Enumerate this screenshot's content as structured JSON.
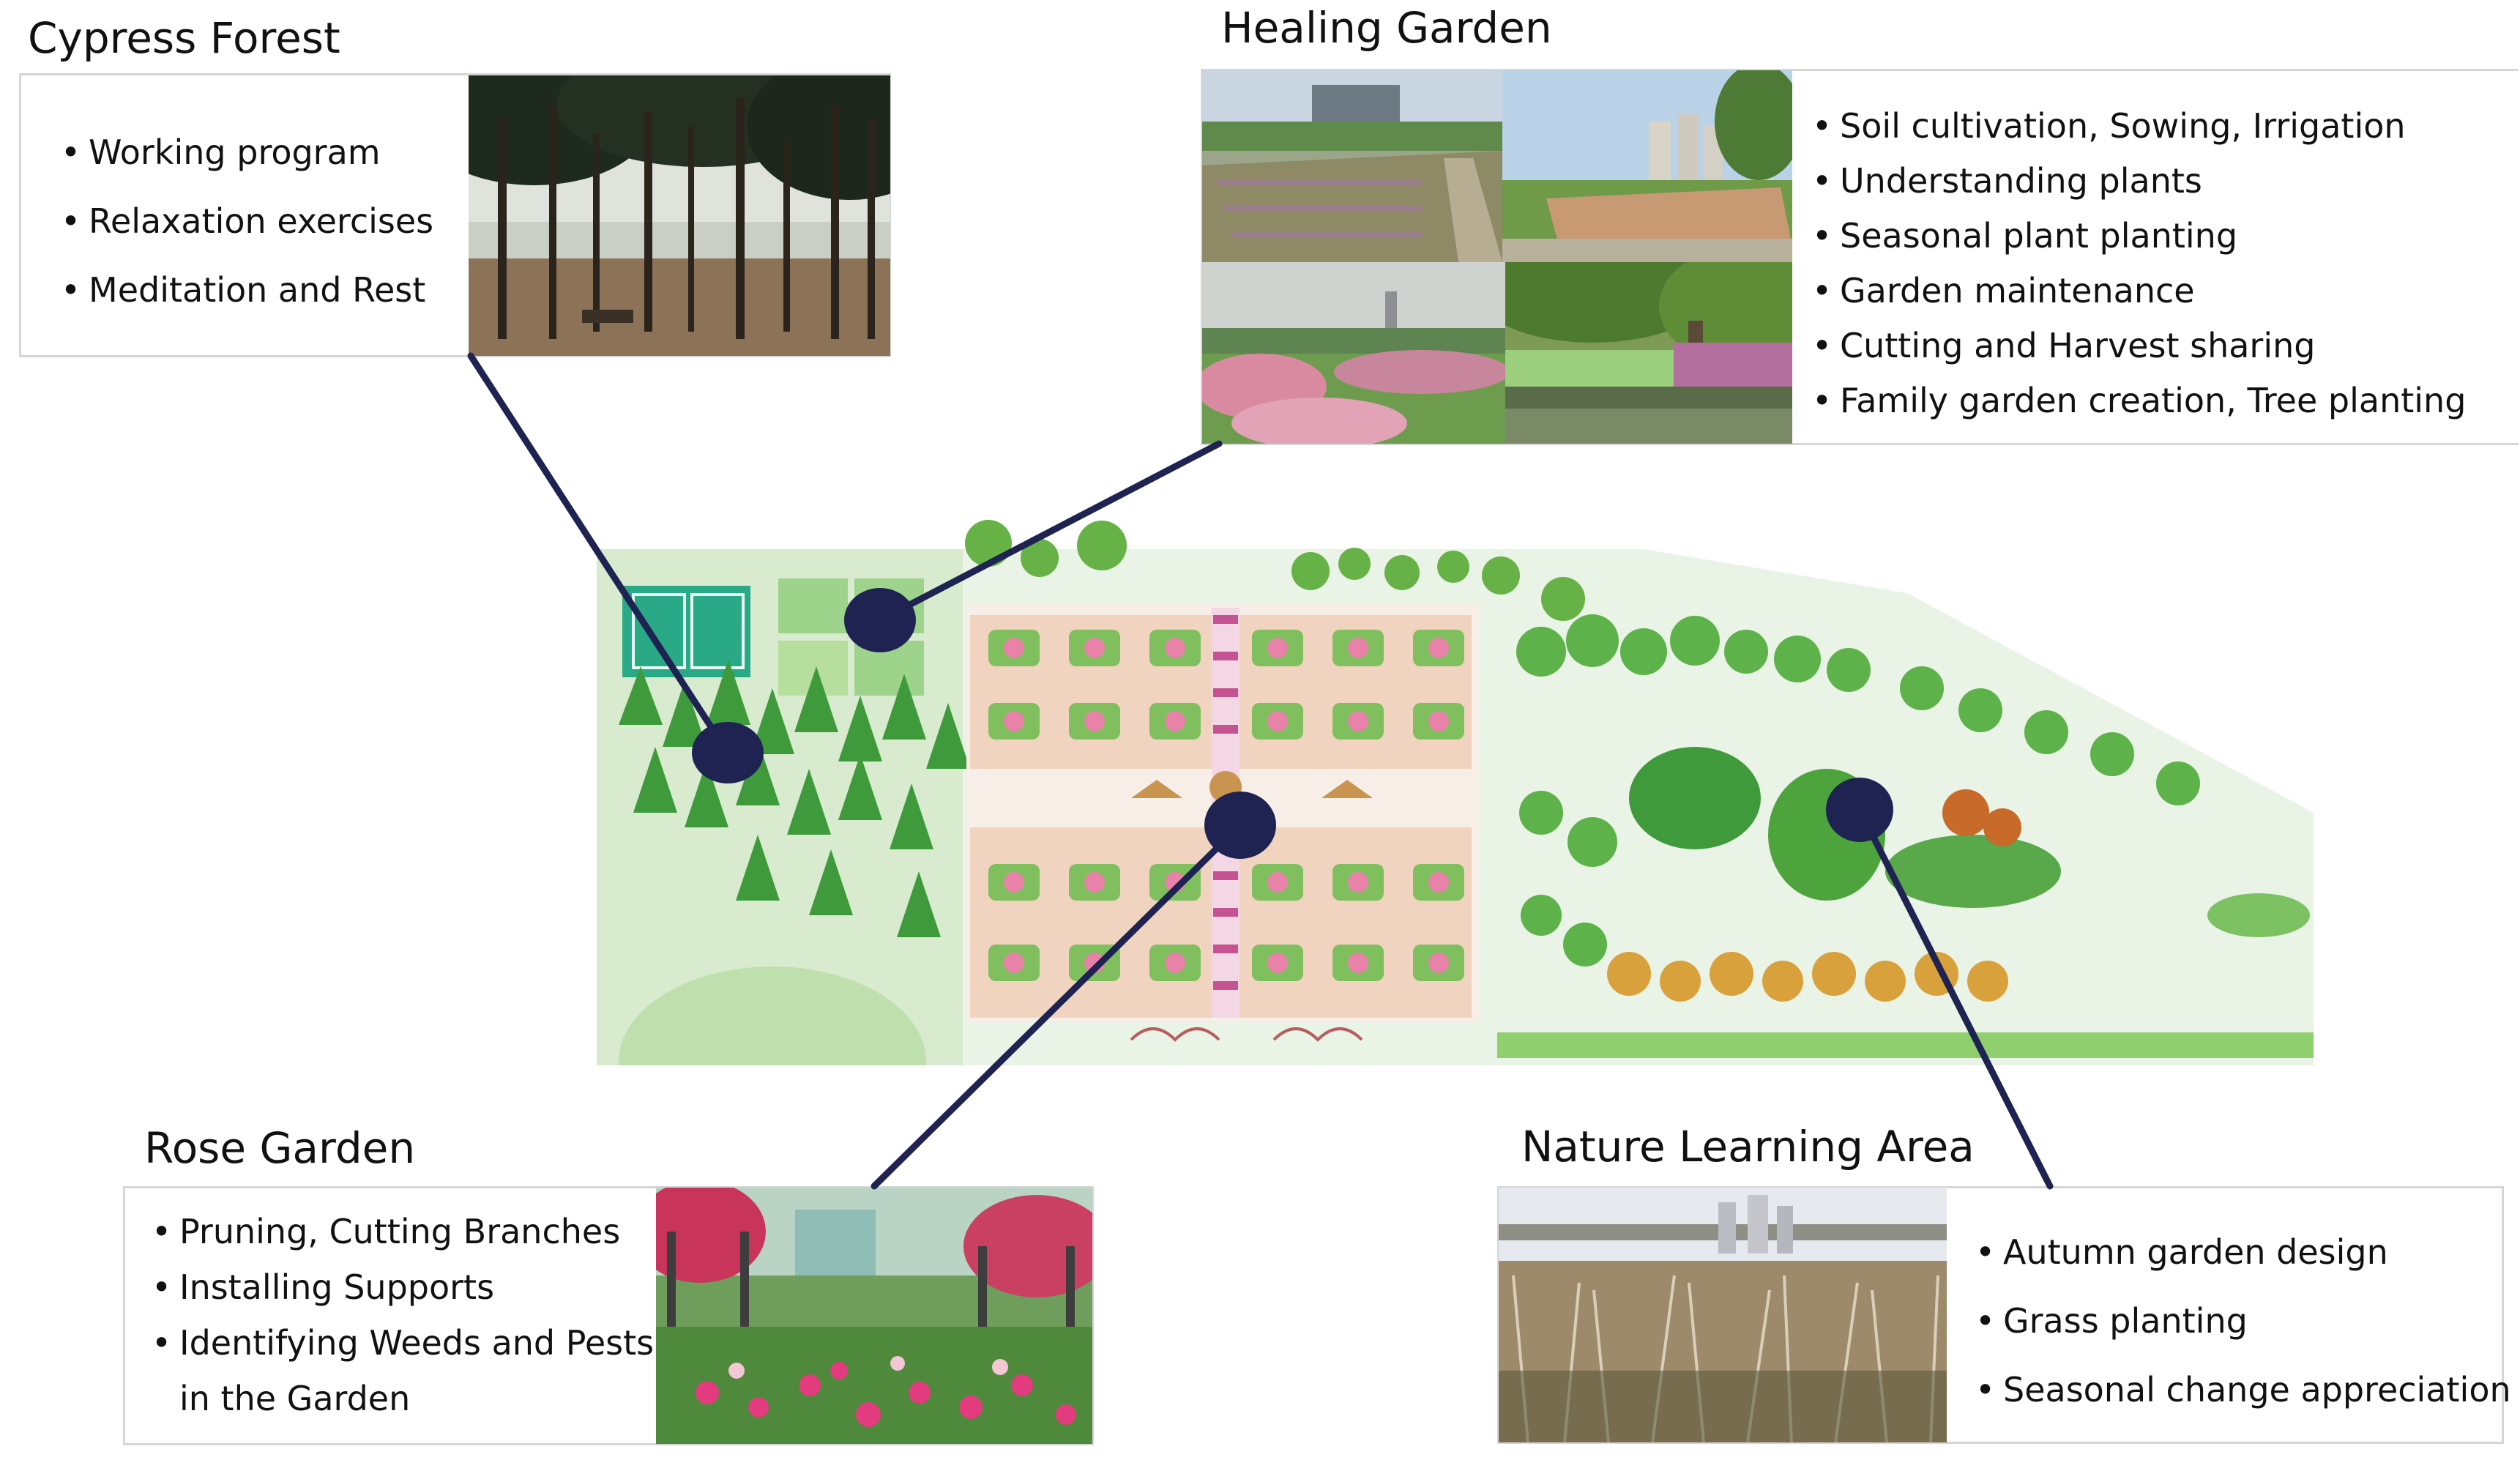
{
  "colors": {
    "connector": "#1f2352",
    "panel_border": "#d6d6d6",
    "map_green": "#8fcf6e"
  },
  "cypress": {
    "title": "Cypress Forest",
    "items": [
      "Working program",
      "Relaxation exercises",
      "Meditation and Rest"
    ]
  },
  "healing": {
    "title": "Healing Garden",
    "items": [
      "Soil cultivation, Sowing, Irrigation",
      "Understanding plants",
      "Seasonal plant planting",
      "Garden maintenance",
      "Cutting and Harvest sharing",
      "Family garden creation, Tree planting"
    ]
  },
  "rose": {
    "title": "Rose Garden",
    "items": [
      "Pruning, Cutting Branches",
      "Installing Supports",
      "Identifying Weeds and Pests",
      "in the Garden"
    ]
  },
  "nature": {
    "title": "Nature Learning Area",
    "items": [
      "Autumn garden design",
      "Grass planting",
      "Seasonal change appreciation"
    ]
  }
}
